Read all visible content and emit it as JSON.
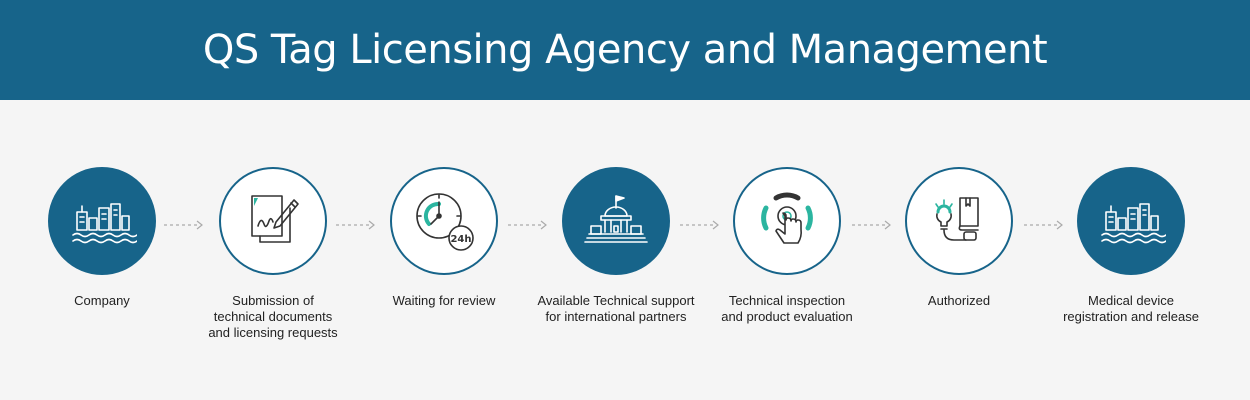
{
  "title": "QS Tag Licensing Agency and Management",
  "colors": {
    "primary": "#17648a",
    "accent": "#2bb5a0",
    "background": "#f5f5f5"
  },
  "steps": [
    {
      "label": "Company",
      "icon": "city-skyline-icon",
      "style": "filled"
    },
    {
      "label": "Submission of\ntechnical documents\nand licensing requests",
      "icon": "document-pen-icon",
      "style": "outline"
    },
    {
      "label": "Waiting for review",
      "icon": "clock-24h-icon",
      "style": "outline"
    },
    {
      "label": "Available Technical support\nfor international partners",
      "icon": "capitol-building-icon",
      "style": "filled"
    },
    {
      "label": "Technical inspection\nand product evaluation",
      "icon": "touch-button-icon",
      "style": "outline"
    },
    {
      "label": "Authorized",
      "icon": "lightbulb-book-icon",
      "style": "outline"
    },
    {
      "label": "Medical device\nregistration and release",
      "icon": "city-skyline-icon",
      "style": "filled"
    }
  ]
}
